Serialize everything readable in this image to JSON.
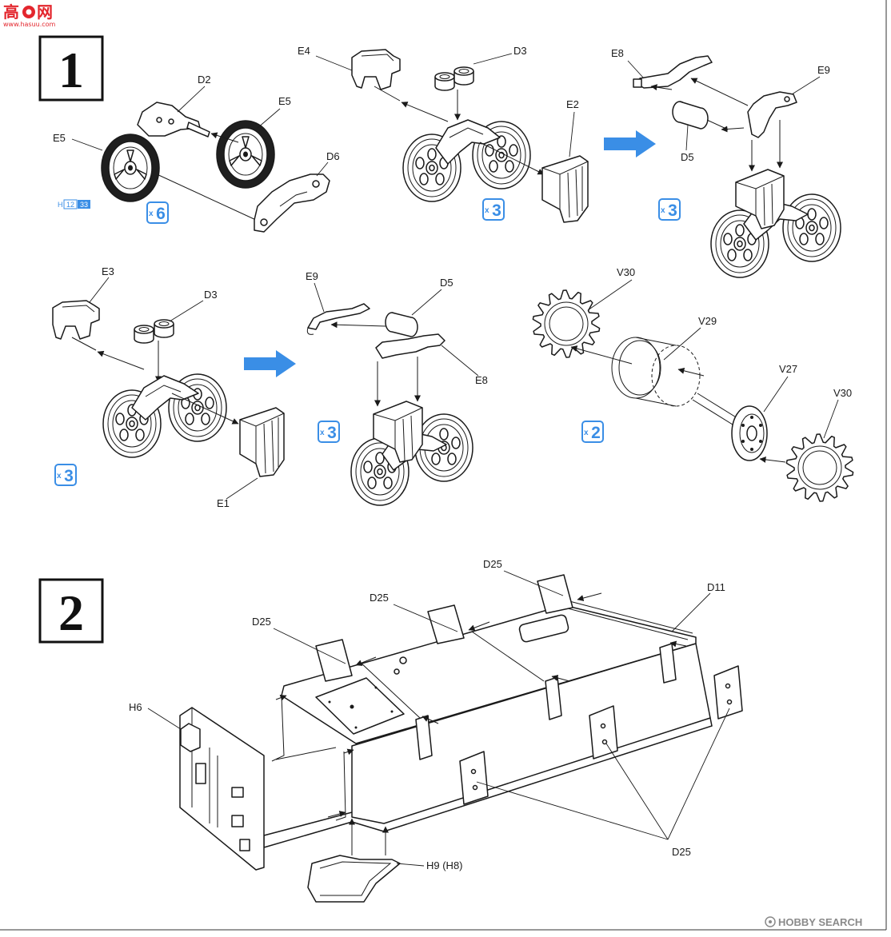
{
  "watermarks": {
    "top_left": {
      "char_left": "高",
      "char_right": "网",
      "url": "www.hasuu.com"
    },
    "bottom_right": {
      "text": "HOBBY SEARCH"
    }
  },
  "steps": {
    "step1": {
      "number": "1"
    },
    "step2": {
      "number": "2"
    }
  },
  "step1": {
    "sub_a": {
      "labels": {
        "d2": "D2",
        "e5_right": "E5",
        "e5_left": "E5",
        "d6": "D6"
      },
      "ref": {
        "letter": "H",
        "page": "12",
        "item": "33"
      },
      "quantity": {
        "prefix": "x",
        "count": "6"
      }
    },
    "sub_b": {
      "labels": {
        "e4": "E4",
        "d3": "D3",
        "e2": "E2"
      },
      "quantity": {
        "prefix": "x",
        "count": "3"
      }
    },
    "sub_c": {
      "labels": {
        "e8": "E8",
        "e9": "E9",
        "d5": "D5"
      },
      "quantity": {
        "prefix": "x",
        "count": "3"
      }
    },
    "sub_d": {
      "labels": {
        "e3": "E3",
        "d3": "D3",
        "e1": "E1"
      },
      "quantity": {
        "prefix": "x",
        "count": "3"
      }
    },
    "sub_e": {
      "labels": {
        "e9": "E9",
        "d5": "D5",
        "e8": "E8"
      },
      "quantity": {
        "prefix": "x",
        "count": "3"
      }
    },
    "sprocket": {
      "labels": {
        "v30_left": "V30",
        "v29": "V29",
        "v27": "V27",
        "v30_right": "V30"
      },
      "quantity": {
        "prefix": "x",
        "count": "2"
      }
    }
  },
  "step2": {
    "labels": {
      "d25_top": "D25",
      "d11": "D11",
      "d25_mid": "D25",
      "d25_left": "D25",
      "h6": "H6",
      "d25_bottom": "D25",
      "h9": "H9 (H8)"
    }
  },
  "icons": {
    "direction_arrow": "right-arrow-icon",
    "quantity_badge": "quantity-badge",
    "watermark_logo": "site-logo-icon",
    "search_logo": "hobby-search-logo-icon"
  },
  "colors": {
    "ink": "#1a1a1a",
    "accent_blue": "#3a8ee6",
    "watermark_red": "#e3262d",
    "watermark_gray": "#8a8a8a"
  }
}
